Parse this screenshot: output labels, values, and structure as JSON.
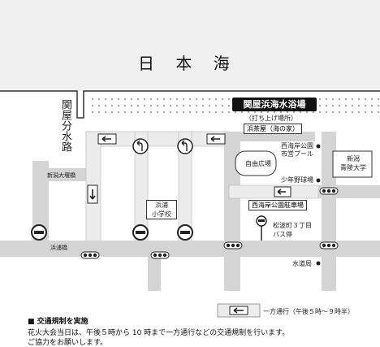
{
  "sea_label": "日 本 海",
  "beach": {
    "name": "関屋浜海水浴場",
    "sub": "（打ち上げ場所）"
  },
  "road_vertical_label": "関屋分水路",
  "places": {
    "beach_house": "浜茶屋（海の家）",
    "park_west": "西海岸公園",
    "pool": "市営プール",
    "plaza": "自由広場",
    "ballpark": "少年野球場",
    "parking": "西海岸公園駐車場",
    "busstop_name": "松波町３丁目",
    "busstop_sub": "バス停",
    "waterworks": "水道局",
    "school_1": "浜浦",
    "school_2": "小学校",
    "univ_1": "新潟",
    "univ_2": "青陵大学",
    "bridge_upper": "新潟大堰橋",
    "bridge_lower": "浜浦橋"
  },
  "legend": {
    "label": "一方通行（午後５時～９時半）"
  },
  "notice": {
    "heading": "■ 交通規制を実施",
    "line1": "花火大会当日は、午後５時から 10 時まで一方通行などの交通規制を行います。",
    "line2": "ご協力をお願いします。"
  },
  "colors": {
    "road": "#d4d4d4",
    "oneway_road": "#ececec",
    "ink": "#222222",
    "sea": "#f0f0f0"
  }
}
